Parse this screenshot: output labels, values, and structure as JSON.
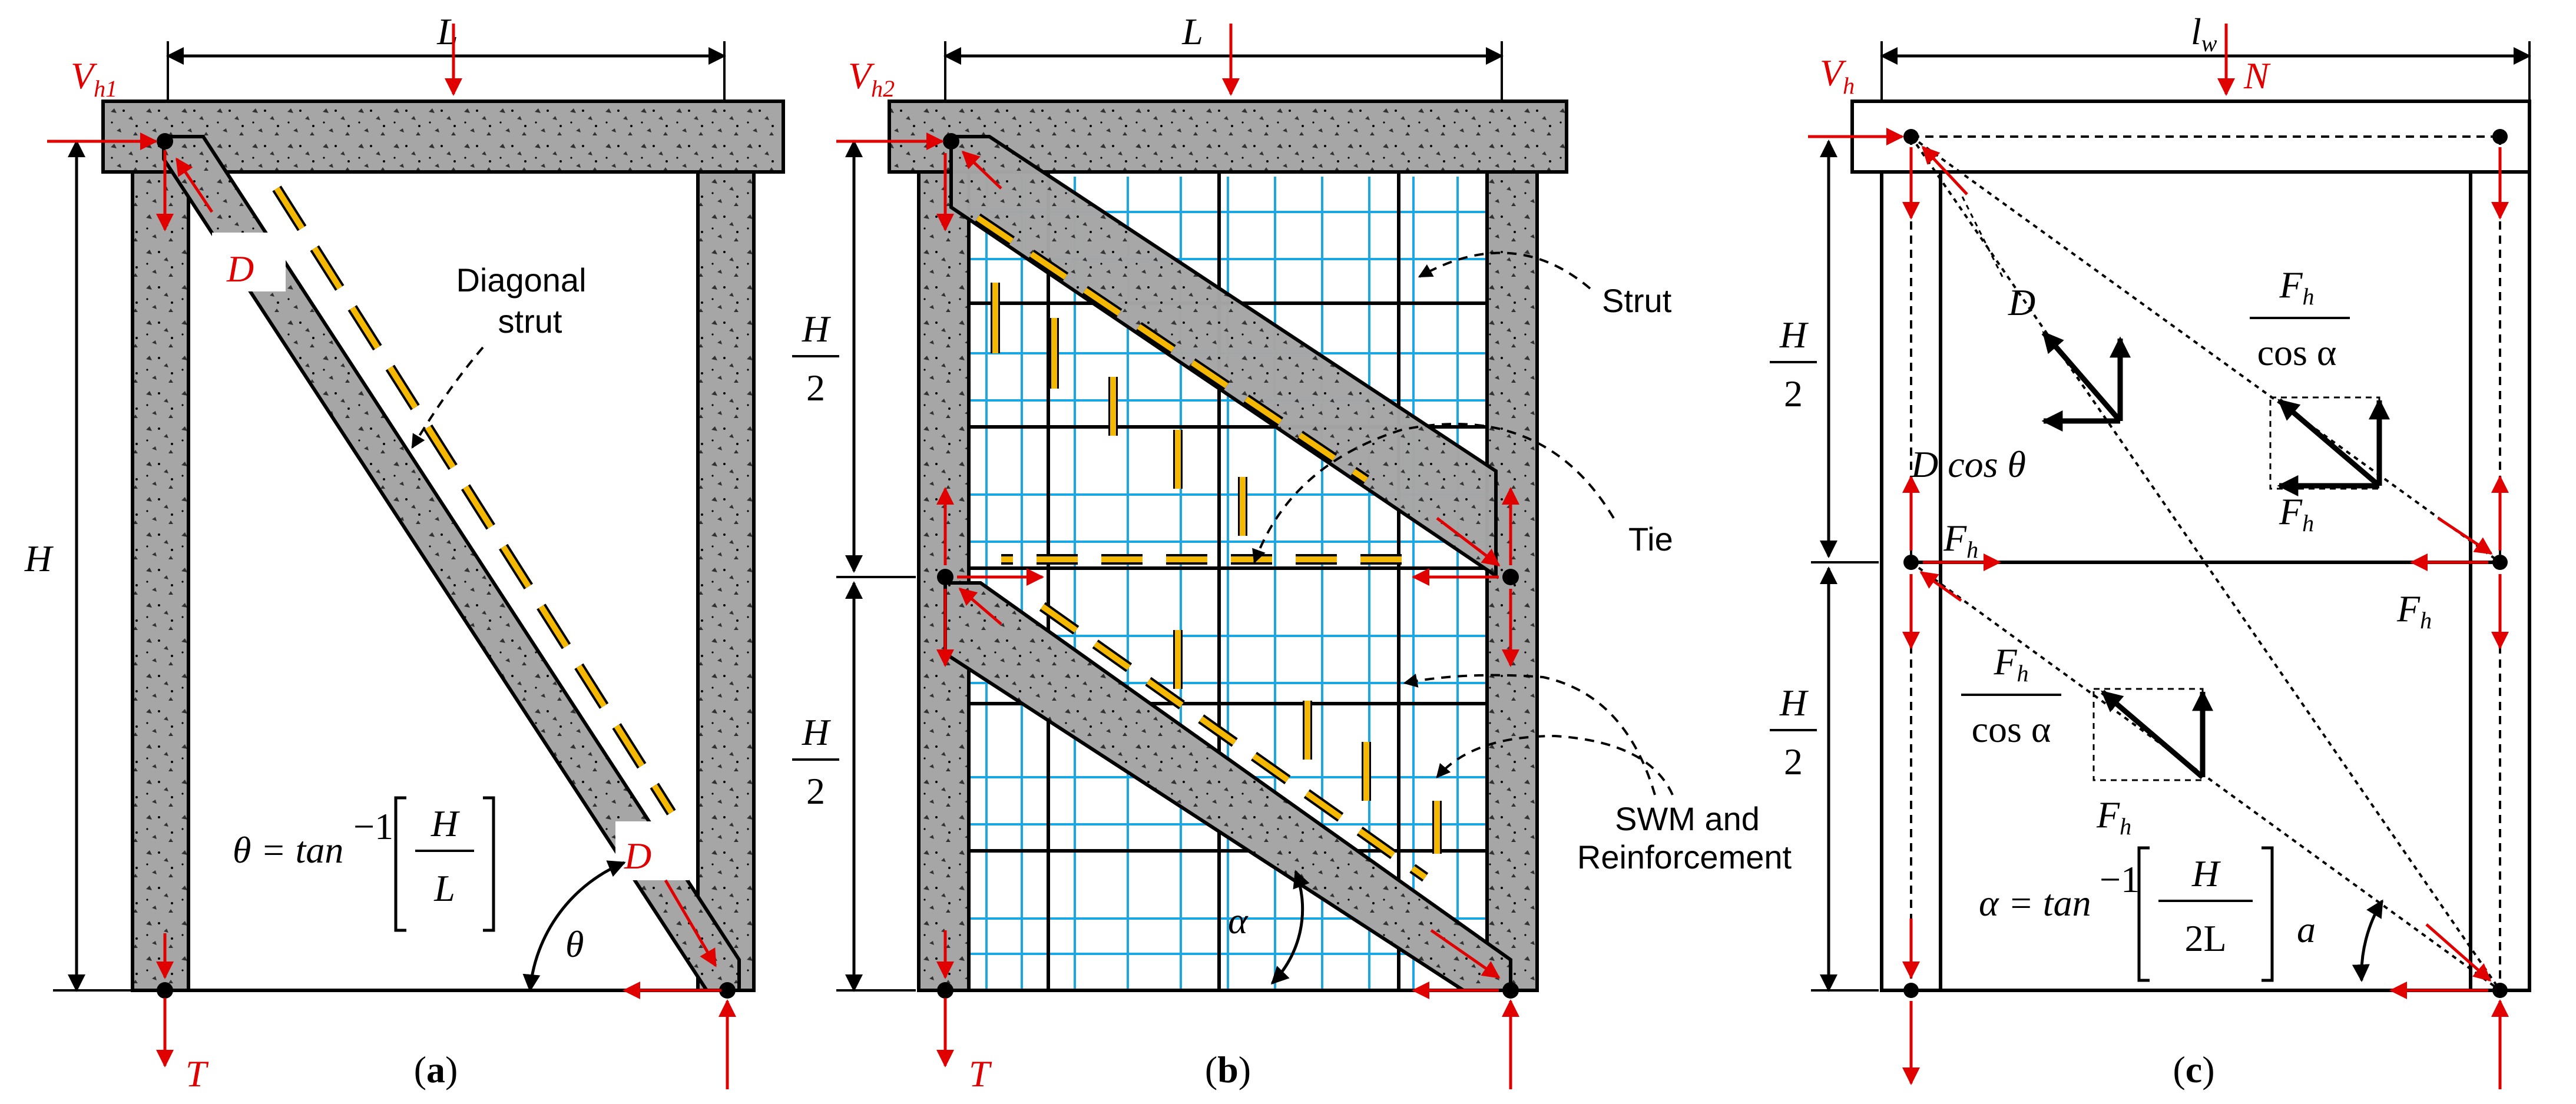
{
  "panels": [
    {
      "caption": "(a)",
      "caption_letter": "a",
      "labels": {
        "L": "L",
        "H": "H",
        "V_main": "V",
        "V_sub": "h1",
        "D_top": "D",
        "D_bottom": "D",
        "T": "T",
        "theta": "θ",
        "diag_line1": "Diagonal",
        "diag_line2": "strut",
        "eq_lhs": "θ = tan",
        "eq_exp": "−1",
        "eq_num": "H",
        "eq_den": "L"
      }
    },
    {
      "caption": "(b)",
      "caption_letter": "b",
      "labels": {
        "L": "L",
        "H_top_num": "H",
        "H_top_den": "2",
        "H_bot_num": "H",
        "H_bot_den": "2",
        "V_main": "V",
        "V_sub": "h2",
        "T": "T",
        "alpha": "α",
        "strut": "Strut",
        "tie": "Tie",
        "swm_line1": "SWM and",
        "swm_line2": "Reinforcement"
      }
    },
    {
      "caption": "(c)",
      "caption_letter": "c",
      "labels": {
        "lw_main": "l",
        "lw_sub": "w",
        "N": "N",
        "V_main": "V",
        "V_sub": "h",
        "H_top_num": "H",
        "H_top_den": "2",
        "H_bot_num": "H",
        "H_bot_den": "2",
        "D": "D",
        "Dcos": "D cos θ",
        "F": "F",
        "F_sub": "h",
        "cos_alpha": "cos α",
        "a_angle": "a",
        "eq_lhs": "α = tan",
        "eq_exp": "−1",
        "eq_num": "H",
        "eq_den": "2L"
      }
    }
  ],
  "colors": {
    "concrete": "#a6a6a6",
    "force_red": "#e00000",
    "flow_yellow": "#f5b800",
    "mesh_blue": "#1aa7e6"
  }
}
